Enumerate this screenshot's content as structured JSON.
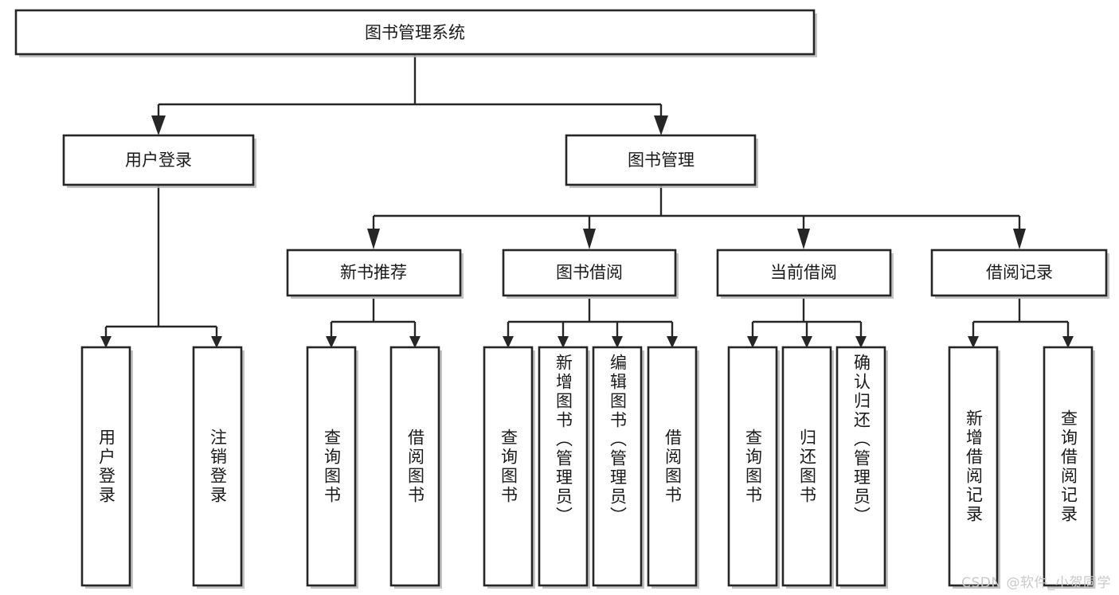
{
  "diagram": {
    "type": "tree-hierarchy-chart",
    "title": "图书管理系统",
    "orientation": "top-down",
    "box_fill": "#ffffff",
    "box_stroke": "#262626",
    "text_color": "#1a1a1a",
    "shadow_color": "#b8b8b8",
    "root": {
      "id": "root",
      "label": "图书管理系统",
      "text_orientation": "horizontal"
    },
    "level2": [
      {
        "id": "user-login",
        "label": "用户登录",
        "text_orientation": "horizontal"
      },
      {
        "id": "book-management",
        "label": "图书管理",
        "text_orientation": "horizontal"
      }
    ],
    "level3": [
      {
        "id": "new-book-recommend",
        "label": "新书推荐",
        "parent": "book-management",
        "text_orientation": "horizontal"
      },
      {
        "id": "book-borrow",
        "label": "图书借阅",
        "parent": "book-management",
        "text_orientation": "horizontal"
      },
      {
        "id": "current-borrow",
        "label": "当前借阅",
        "parent": "book-management",
        "text_orientation": "horizontal"
      },
      {
        "id": "borrow-record",
        "label": "借阅记录",
        "parent": "book-management",
        "text_orientation": "horizontal"
      }
    ],
    "leaves": [
      {
        "id": "leaf-user-login",
        "label": "用户登录",
        "parent": "user-login",
        "text_orientation": "vertical"
      },
      {
        "id": "leaf-logout-login",
        "label": "注销登录",
        "parent": "user-login",
        "text_orientation": "vertical"
      },
      {
        "id": "leaf-query-book-1",
        "label": "查询图书",
        "parent": "new-book-recommend",
        "text_orientation": "vertical"
      },
      {
        "id": "leaf-borrow-book-1",
        "label": "借阅图书",
        "parent": "new-book-recommend",
        "text_orientation": "vertical"
      },
      {
        "id": "leaf-query-book-2",
        "label": "查询图书",
        "parent": "book-borrow",
        "text_orientation": "vertical"
      },
      {
        "id": "leaf-add-book-admin",
        "label": "新增图书（管理员）",
        "parent": "book-borrow",
        "text_orientation": "vertical"
      },
      {
        "id": "leaf-edit-book-admin",
        "label": "编辑图书（管理员）",
        "parent": "book-borrow",
        "text_orientation": "vertical"
      },
      {
        "id": "leaf-borrow-book-2",
        "label": "借阅图书",
        "parent": "book-borrow",
        "text_orientation": "vertical"
      },
      {
        "id": "leaf-query-book-3",
        "label": "查询图书",
        "parent": "current-borrow",
        "text_orientation": "vertical"
      },
      {
        "id": "leaf-return-book",
        "label": "归还图书",
        "parent": "current-borrow",
        "text_orientation": "vertical"
      },
      {
        "id": "leaf-confirm-return-admin",
        "label": "确认归还（管理员）",
        "parent": "current-borrow",
        "text_orientation": "vertical"
      },
      {
        "id": "leaf-add-borrow-record",
        "label": "新增借阅记录",
        "parent": "borrow-record",
        "text_orientation": "vertical"
      },
      {
        "id": "leaf-query-borrow-record",
        "label": "查询借阅记录",
        "parent": "borrow-record",
        "text_orientation": "vertical"
      }
    ]
  },
  "watermark": {
    "text": "CSDN @软件_小贺同学"
  }
}
